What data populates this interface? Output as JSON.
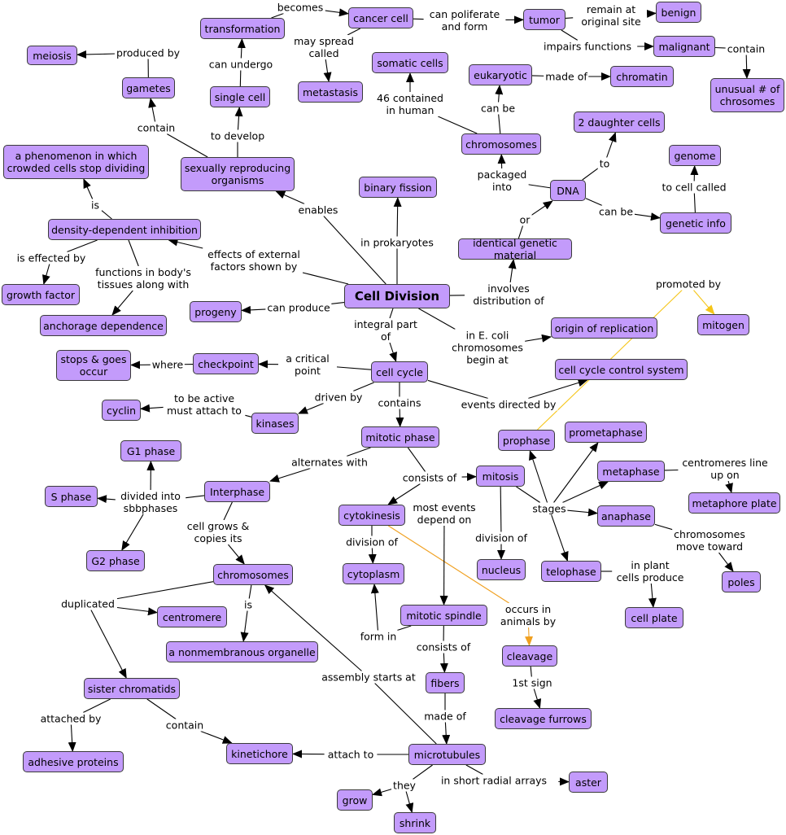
{
  "nodes": {
    "transformation": "transformation",
    "cancer_cell": "cancer cell",
    "tumor": "tumor",
    "benign": "benign",
    "malignant": "malignant",
    "unusual_chrosomes": "unusual # of\nchrosomes",
    "meiosis": "meiosis",
    "gametes": "gametes",
    "single_cell": "single cell",
    "metastasis": "metastasis",
    "somatic_cells": "somatic cells",
    "eukaryotic": "eukaryotic",
    "chromatin": "chromatin",
    "two_daughter_cells": "2 daughter cells",
    "genome": "genome",
    "phenomenon": "a phenomenon in which\ncrowded cells stop dividing",
    "sexually_reproducing": "sexually reproducing\norganisms",
    "binary_fission": "binary fission",
    "chromosomes_top": "chromosomes",
    "dna": "DNA",
    "genetic_info": "genetic info",
    "density_dependent": "density-dependent inhibition",
    "identical_genetic": "identical genetic material",
    "growth_factor": "growth factor",
    "cell_division": "Cell Division",
    "progeny": "progeny",
    "anchorage": "anchorage dependence",
    "origin_replication": "origin of replication",
    "mitogen": "mitogen",
    "stops_goes": "stops & goes\noccur",
    "checkpoint": "checkpoint",
    "cell_cycle": "cell cycle",
    "control_system": "cell cycle control system",
    "cyclin": "cyclin",
    "kinases": "kinases",
    "mitotic_phase": "mitotic phase",
    "prophase": "prophase",
    "prometaphase": "prometaphase",
    "g1": "G1 phase",
    "metaphase": "metaphase",
    "mitosis": "mitosis",
    "s_phase": "S phase",
    "interphase": "Interphase",
    "metaphase_plate": "metaphore plate",
    "cytokinesis": "cytokinesis",
    "anaphase": "anaphase",
    "g2": "G2 phase",
    "nucleus": "nucleus",
    "telophase": "telophase",
    "poles": "poles",
    "chromosomes_mid": "chromosomes",
    "cytoplasm": "cytoplasm",
    "mitotic_spindle": "mitotic spindle",
    "centromere": "centromere",
    "cell_plate": "cell plate",
    "nonmembranous": "a nonmembranous organelle",
    "cleavage": "cleavage",
    "sister_chromatids": "sister chromatids",
    "fibers": "fibers",
    "cleavage_furrows": "cleavage furrows",
    "kinetichore": "kinetichore",
    "microtubules": "microtubules",
    "adhesive_proteins": "adhesive proteins",
    "aster": "aster",
    "grow": "grow",
    "shrink": "shrink"
  },
  "labels": {
    "becomes": "becomes",
    "can_proliferate": "can poliferate\nand form",
    "remain_at_site": "remain at\noriginal site",
    "impairs_functions": "impairs functions",
    "contain_malignant": "contain",
    "produced_by": "produced by",
    "can_undergo": "can undergo",
    "may_spread": "may spread\ncalled",
    "made_of_chromatin": "made of",
    "forty_six": "46 contained\nin human",
    "can_be_eukaryotic": "can be",
    "contain_gametes": "contain",
    "to_develop": "to develop",
    "to_daughter": "to",
    "to_cell_called": "to cell called",
    "is_phenomenon": "is",
    "packaged_into": "packaged\ninto",
    "enables": "enables",
    "can_be_genetic": "can be",
    "or": "or",
    "in_prokaryotes": "in prokaryotes",
    "effects_external": "effects of external\nfactors shown by",
    "is_effected_by": "is effected by",
    "functions_in_body": "functions in body's\ntissues along with",
    "involves_distribution": "involves\ndistribution of",
    "promoted_by": "promoted by",
    "can_produce": "can produce",
    "integral_part": "integral part\nof",
    "in_e_coli": "in E. coli\nchromosomes\nbegin at",
    "where": "where",
    "a_critical_point": "a critical\npoint",
    "to_be_active": "to be active\nmust attach to",
    "driven_by": "driven by",
    "events_directed": "events directed by",
    "contains": "contains",
    "alternates_with": "alternates with",
    "consists_of_mitosis": "consists of",
    "divided_into": "divided into\nsbbphases",
    "centromeres_line": "centromeres line\nup on",
    "most_events": "most events\ndepend on",
    "stages": "stages",
    "cell_grows": "cell grows &\ncopies its",
    "division_of_cytoplasm": "division of",
    "division_of_nucleus": "division of",
    "chromosomes_move": "chromosomes\nmove toward",
    "in_plant": "in plant\ncells produce",
    "duplicated": "duplicated",
    "is_nonmembranous": "is",
    "occurs_animals": "occurs in\nanimals by",
    "form_in": "form in",
    "consists_of_fibers": "consists of",
    "assembly_starts": "assembly starts at",
    "first_sign": "1st sign",
    "attached_by": "attached by",
    "contain_kinetichore": "contain",
    "made_of_microtubules": "made of",
    "attach_to": "attach to",
    "in_short_radial": "in short radial arrays",
    "they": "they"
  },
  "colors": {
    "node_fill": "#c39bfb",
    "node_border": "#3a3a3a",
    "edge": "#000000",
    "highlight_edge_yellow": "#f5c518",
    "highlight_edge_orange": "#f0a020"
  }
}
